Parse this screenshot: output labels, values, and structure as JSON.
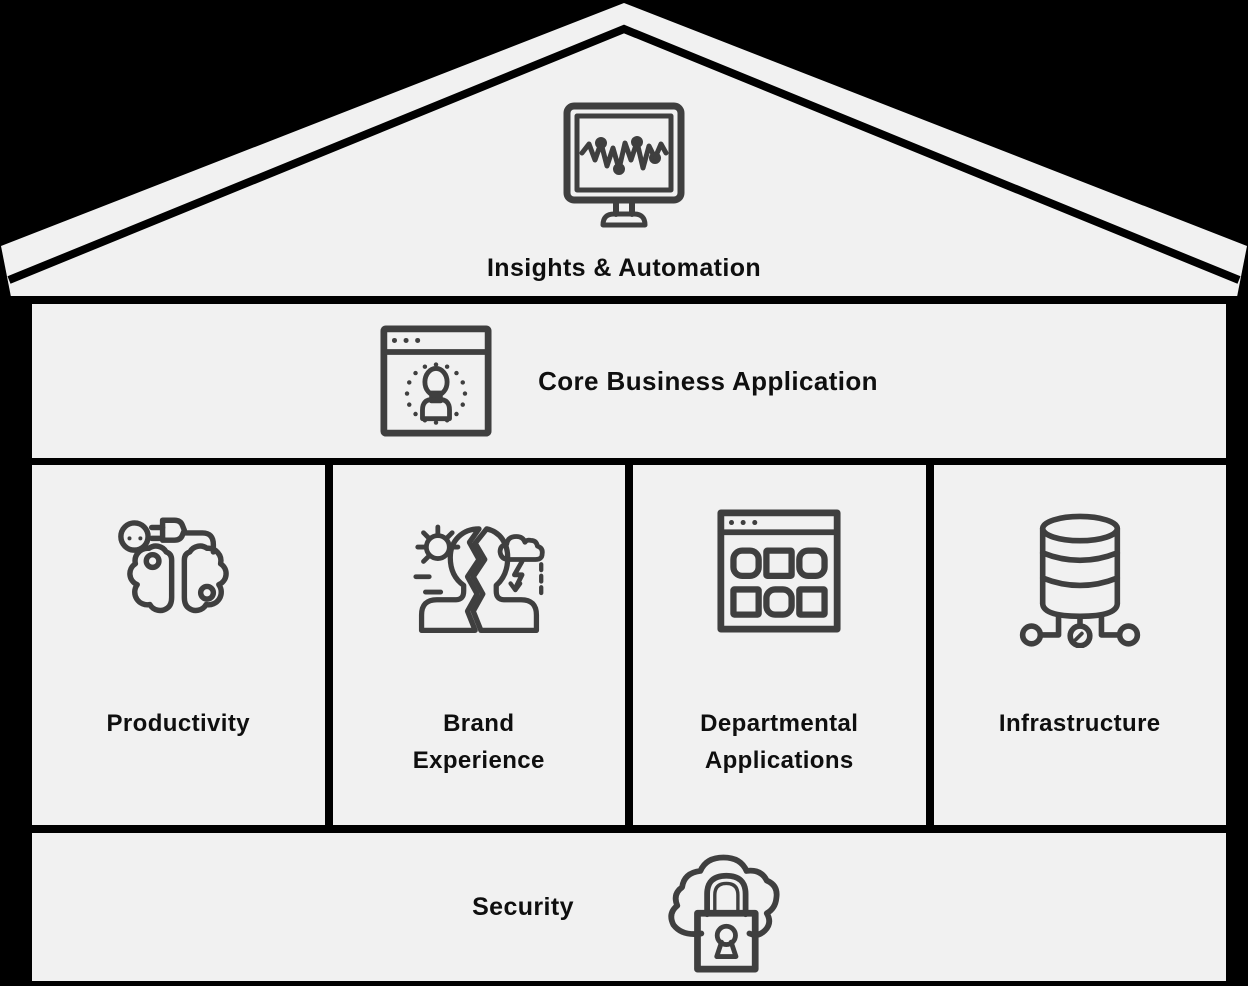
{
  "title": "IT architecture house diagram",
  "colors": {
    "background": "#000000",
    "panel": "#f1f1f1",
    "divider": "#000000",
    "icon_stroke": "#3f3f3f",
    "text": "#0f0f0f"
  },
  "roof": {
    "label": "Insights & Automation",
    "icon": "monitor-waveform-icon"
  },
  "core": {
    "label": "Core Business Application",
    "icon": "browser-user-icon"
  },
  "columns": [
    {
      "label": "Productivity",
      "icon": "brain-plug-icon"
    },
    {
      "label": "Brand Experience",
      "icon": "person-weather-icon"
    },
    {
      "label": "Departmental Applications",
      "icon": "app-window-grid-icon"
    },
    {
      "label": "Infrastructure",
      "icon": "database-network-icon"
    }
  ],
  "security": {
    "label": "Security",
    "icon": "cloud-lock-icon"
  }
}
